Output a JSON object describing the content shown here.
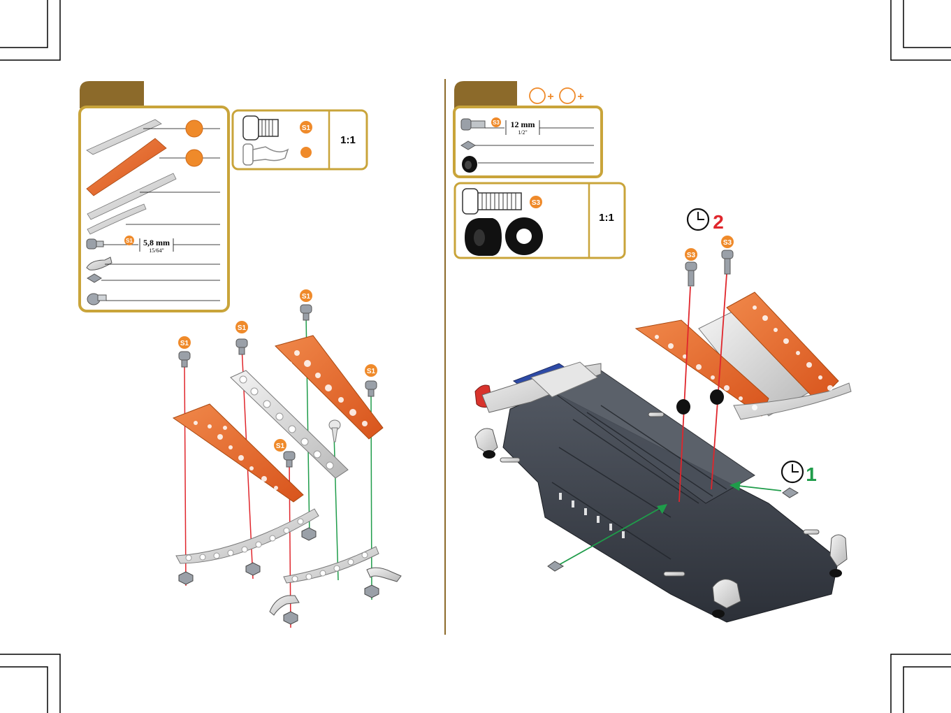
{
  "left_page": {
    "parts_panel": {
      "screw_label": "S1",
      "measure_mm": "5,8 mm",
      "measure_in": "15/64\""
    },
    "scale_panel": {
      "screw_label": "S1",
      "scale": "1:1"
    },
    "assembly": {
      "screw_labels": [
        "S1",
        "S1",
        "S1",
        "S1",
        "S1"
      ]
    }
  },
  "right_page": {
    "header": {
      "plus_signs": [
        "+",
        "+"
      ]
    },
    "parts_panel": {
      "screw_label": "S3",
      "measure_mm": "12 mm",
      "measure_in": "1/2\""
    },
    "scale_panel": {
      "screw_label": "S3",
      "scale": "1:1"
    },
    "steps": [
      {
        "number": "2",
        "color": "#e0262c"
      },
      {
        "number": "1",
        "color": "#1f9c4a"
      }
    ],
    "assembly": {
      "screw_labels": [
        "S3",
        "S3"
      ]
    }
  },
  "colors": {
    "frame_gold": "#c9a43a",
    "tab_brown": "#8c6a2a",
    "orange_part": "#e2662a",
    "label_orange": "#ef8a2a",
    "guide_red": "#e0262c",
    "guide_green": "#1f9c4a",
    "chassis": "#3c414a"
  },
  "icons": [
    "clock-icon",
    "crop-mark"
  ]
}
